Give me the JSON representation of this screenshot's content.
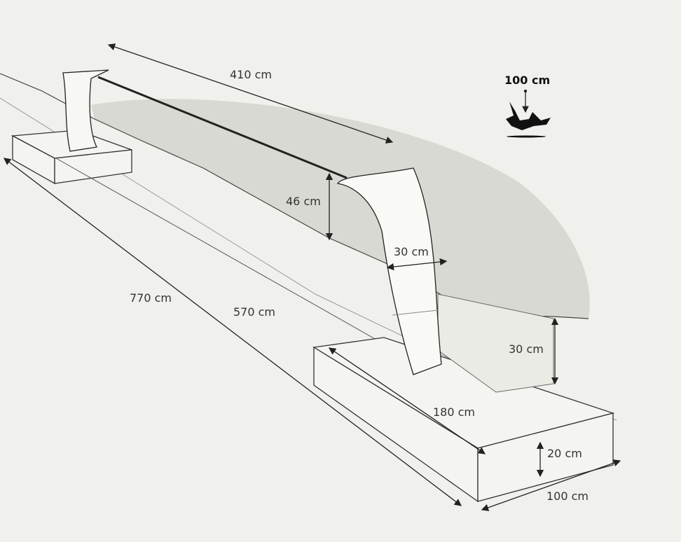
{
  "labels": {
    "rail_length": "410 cm",
    "jump_height": "100 cm",
    "rail_height": "46 cm",
    "slide_width": "30 cm",
    "total_length": "770 cm",
    "inner_length": "570 cm",
    "ground_height": "30 cm",
    "base_length": "180 cm",
    "base_height": "20 cm",
    "base_width": "100 cm"
  },
  "colors": {
    "background": "#f0f0ec",
    "line": "#2a2a2a",
    "ground": "#d9d9d3"
  }
}
